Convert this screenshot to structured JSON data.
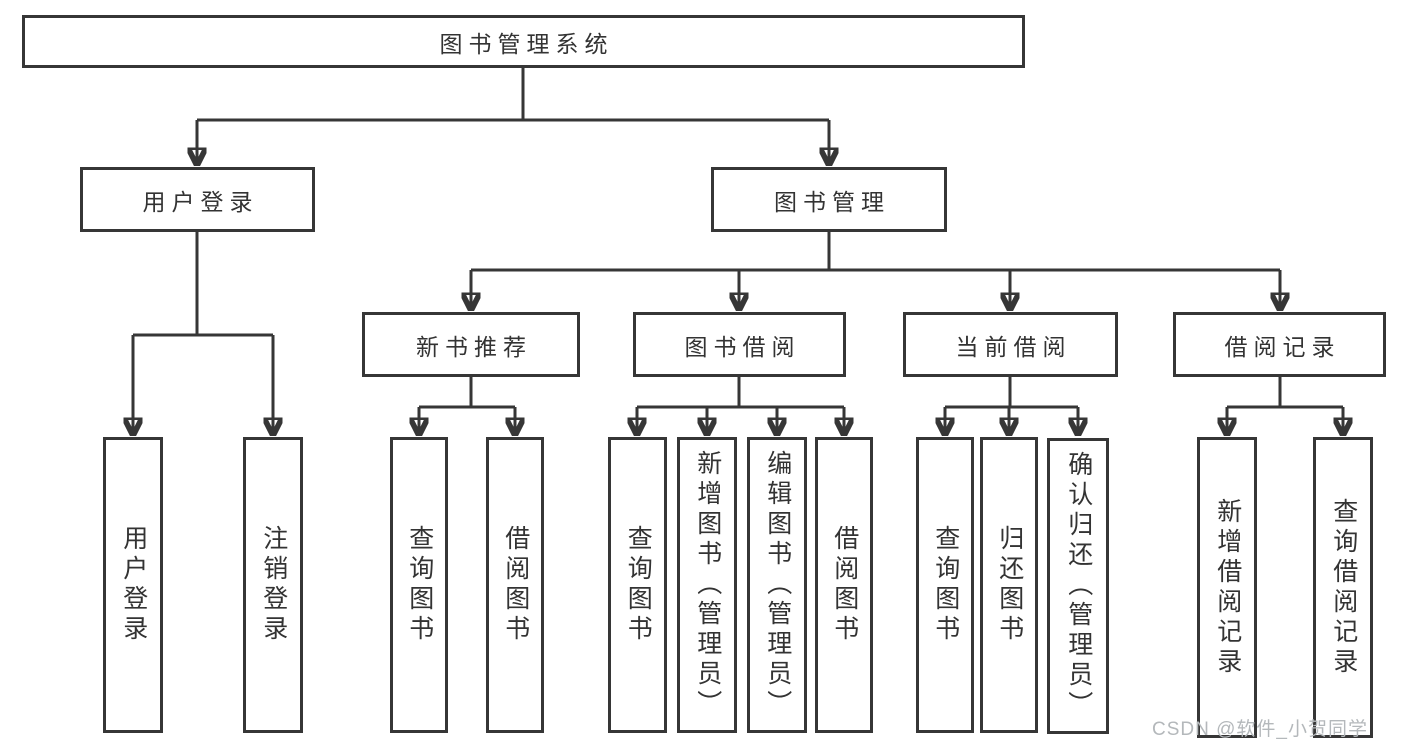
{
  "tree": {
    "label": "图书管理系统",
    "children": [
      {
        "label": "用户登录",
        "children": [
          {
            "label": "用户登录"
          },
          {
            "label": "注销登录"
          }
        ]
      },
      {
        "label": "图书管理",
        "children": [
          {
            "label": "新书推荐",
            "children": [
              {
                "label": "查询图书"
              },
              {
                "label": "借阅图书"
              }
            ]
          },
          {
            "label": "图书借阅",
            "children": [
              {
                "label": "查询图书"
              },
              {
                "label": "新增图书（管理员）"
              },
              {
                "label": "编辑图书（管理员）"
              },
              {
                "label": "借阅图书"
              }
            ]
          },
          {
            "label": "当前借阅",
            "children": [
              {
                "label": "查询图书"
              },
              {
                "label": "归还图书"
              },
              {
                "label": "确认归还（管理员）"
              }
            ]
          },
          {
            "label": "借阅记录",
            "children": [
              {
                "label": "新增借阅记录"
              },
              {
                "label": "查询借阅记录"
              }
            ]
          }
        ]
      }
    ]
  },
  "watermark": {
    "text": "CSDN @软件_小贺同学"
  },
  "colors": {
    "background": "#ffffff",
    "line": "#363636",
    "box_border": "#363636",
    "box_fill": "#ffffff",
    "text": "#333333",
    "watermark": "#b4b8bb"
  }
}
